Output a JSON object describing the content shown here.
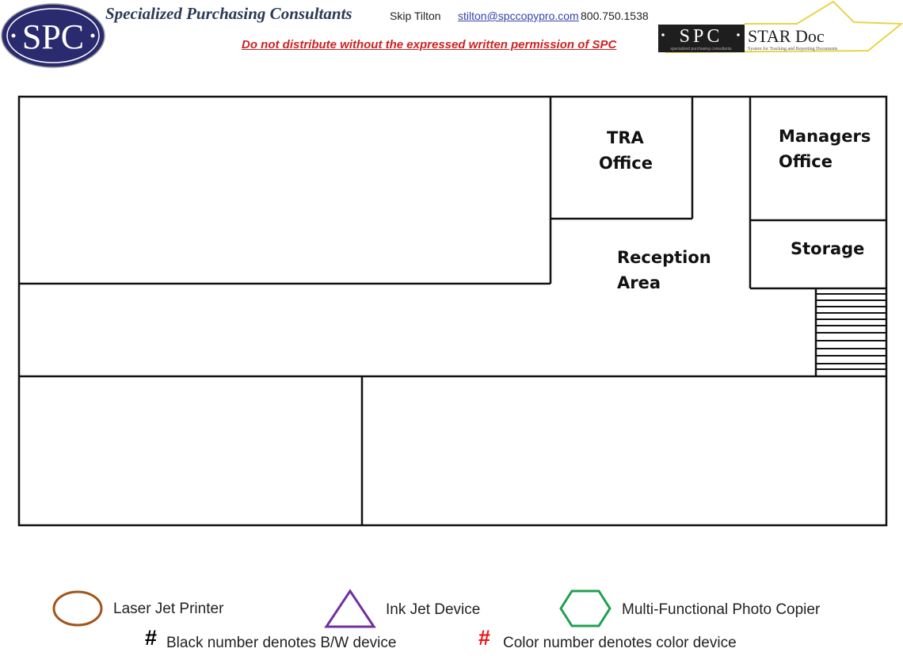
{
  "header": {
    "logo_text": "SPC",
    "company_name": "Specialized Purchasing Consultants",
    "contact_name": "Skip Tilton",
    "contact_email": "stilton@spccopypro.com",
    "contact_phone": "800.750.1538",
    "warning": "Do not distribute without the expressed written permission of SPC",
    "stardoc_logo": {
      "left_text": "SPC",
      "left_subtext": "specialized purchasing consultants",
      "title": "STAR Doc",
      "subtitle": "System for Tracking and Reporting Documents"
    }
  },
  "floor_plan": {
    "rooms": [
      {
        "id": "tra-office",
        "label_lines": [
          "TRA",
          "Office"
        ]
      },
      {
        "id": "managers-office",
        "label_lines": [
          "Managers",
          "Office"
        ]
      },
      {
        "id": "storage",
        "label_lines": [
          "Storage"
        ]
      },
      {
        "id": "reception-area",
        "label_lines": [
          "Reception",
          "Area"
        ]
      }
    ]
  },
  "legend": {
    "items": [
      {
        "label": "Laser Jet Printer",
        "shape": "oval",
        "color": "#a0561e"
      },
      {
        "label": "Ink Jet Device",
        "shape": "triangle",
        "color": "#7030a0"
      },
      {
        "label": "Multi-Functional Photo Copier",
        "shape": "hexagon",
        "color": "#20a050"
      }
    ],
    "notes": [
      {
        "symbol": "#",
        "text": "Black number denotes B/W device",
        "color": "#000000"
      },
      {
        "symbol": "#",
        "text": "Color number denotes color device",
        "color": "#ee1111"
      }
    ]
  },
  "colors": {
    "navy": "#2a2a6e",
    "warning_red": "#cc2222",
    "star_yellow": "#e8d44a"
  }
}
